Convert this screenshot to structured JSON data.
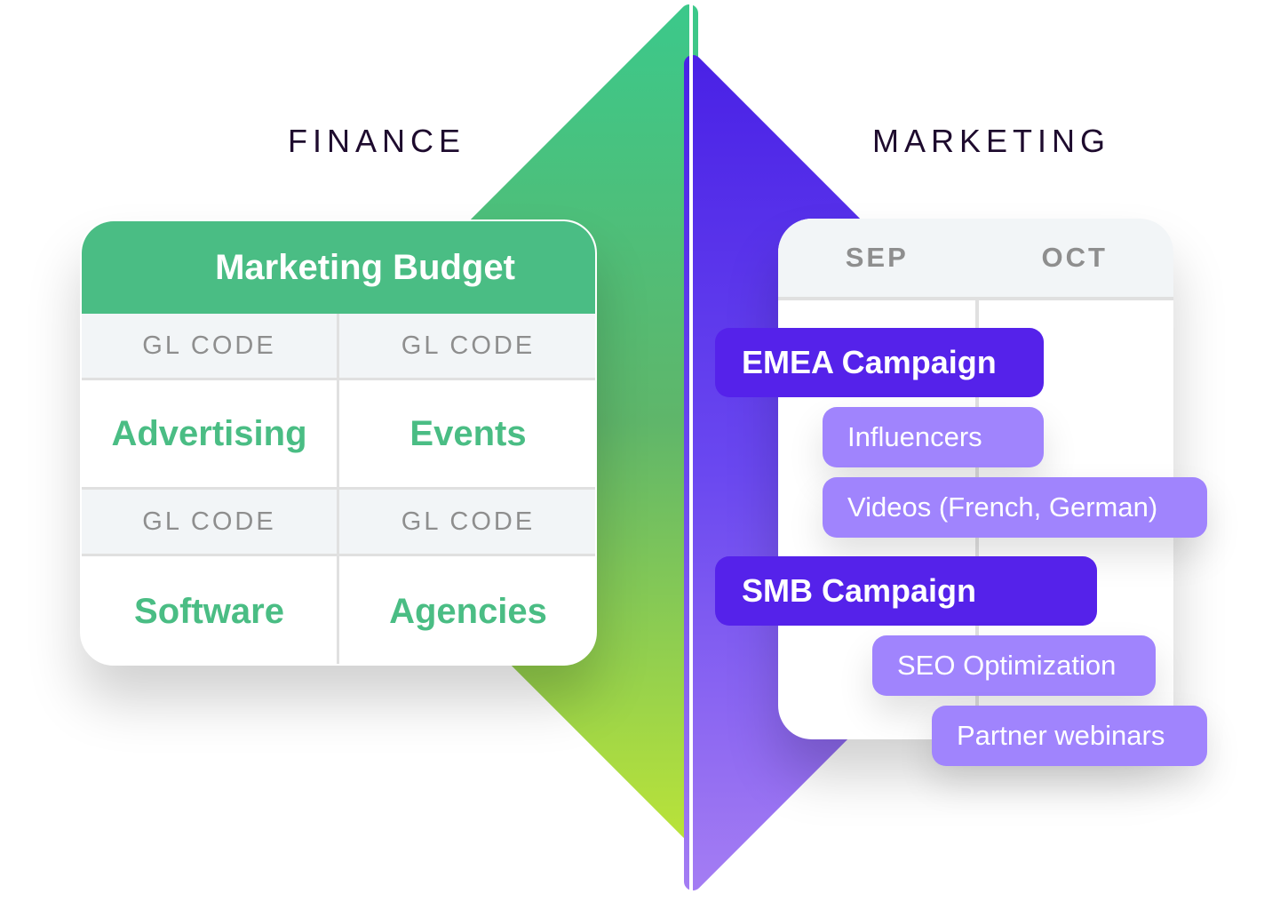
{
  "finance": {
    "heading": "FINANCE",
    "card_title": "Marketing Budget",
    "cells": [
      {
        "code_label": "GL CODE",
        "name": "Advertising"
      },
      {
        "code_label": "GL CODE",
        "name": "Events"
      },
      {
        "code_label": "GL CODE",
        "name": "Software"
      },
      {
        "code_label": "GL CODE",
        "name": "Agencies"
      }
    ]
  },
  "marketing": {
    "heading": "MARKETING",
    "months": [
      "SEP",
      "OCT"
    ],
    "items": [
      {
        "label": "EMEA Campaign",
        "level": "campaign"
      },
      {
        "label": "Influencers",
        "level": "task"
      },
      {
        "label": "Videos (French, German)",
        "level": "task"
      },
      {
        "label": "SMB Campaign",
        "level": "campaign"
      },
      {
        "label": "SEO Optimization",
        "level": "task"
      },
      {
        "label": "Partner webinars",
        "level": "task"
      }
    ]
  },
  "colors": {
    "green": "#4abd84",
    "purple": "#5522ea",
    "lavender": "#a084fd"
  }
}
